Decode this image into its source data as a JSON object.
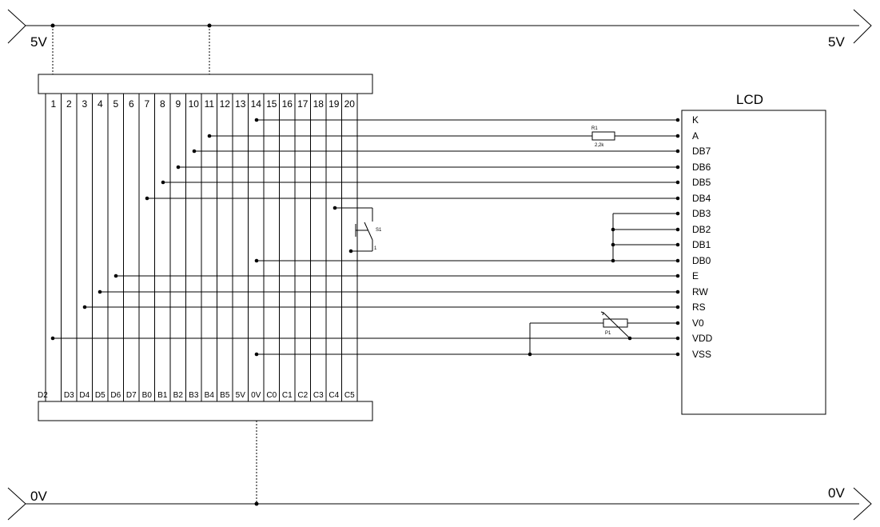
{
  "rails": {
    "top_left": "5V",
    "top_right": "5V",
    "bottom_left": "0V",
    "bottom_right": "0V"
  },
  "connector": {
    "top_pins": [
      "1",
      "2",
      "3",
      "4",
      "5",
      "6",
      "7",
      "8",
      "9",
      "10",
      "11",
      "12",
      "13",
      "14",
      "15",
      "16",
      "17",
      "18",
      "19",
      "20"
    ],
    "bottom_pins": [
      "D2",
      "D3",
      "D4",
      "D5",
      "D6",
      "D7",
      "B0",
      "B1",
      "B2",
      "B3",
      "B4",
      "B5",
      "5V",
      "0V",
      "C0",
      "C1",
      "C2",
      "C3",
      "C4",
      "C5"
    ]
  },
  "lcd": {
    "title": "LCD",
    "pins": [
      "K",
      "A",
      "DB7",
      "DB6",
      "DB5",
      "DB4",
      "DB3",
      "DB2",
      "DB1",
      "DB0",
      "E",
      "RW",
      "RS",
      "V0",
      "VDD",
      "VSS"
    ]
  },
  "components": {
    "resistor_label": "R1",
    "resistor_value": "2,2k",
    "switch_label": "S1",
    "switch_pin": "1",
    "pot_label": "P1"
  },
  "colors": {
    "ink": "#000000",
    "background": "#ffffff"
  }
}
